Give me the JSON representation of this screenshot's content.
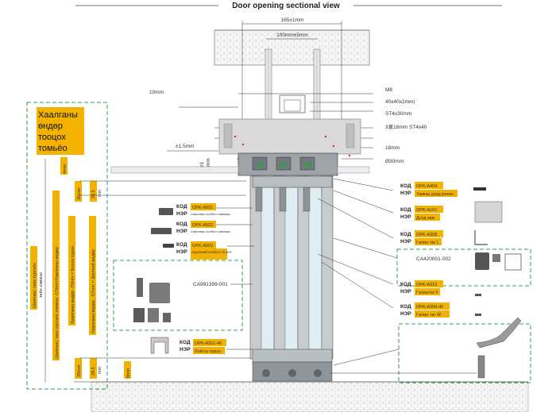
{
  "title": "Door opening sectional view",
  "dims": {
    "w165": "165±1mm",
    "w100": "100mm±5mm",
    "d10": "10mm",
    "m8": "M8",
    "p40x40": "40x40x2mm)",
    "st4x30": "ST4x30mm",
    "st4x40": "3录18mm ST4x40",
    "d18": "18mm",
    "d30": "Ø30mm",
    "pm15": "±1.5mm",
    "h45": "45±1",
    "h45u": "mm",
    "d4mm": "4mm",
    "d35a": "35mm",
    "d285a": "28.5",
    "d285au": "mm",
    "d35b": "35mm",
    "d285b": "28.5",
    "d285bu": "mm",
    "d8mm": "8mm"
  },
  "left_labels": {
    "main_lines": [
      "Хаалганы",
      "өндөр",
      "тооцох",
      "томьёо"
    ],
    "v1": "Шалнаас тааз хүртэлх",
    "v1b": "зайн хэмжээ",
    "v2": "Шалнаас тааз хүртэлх хэмжээ -17mm=Хаалганы өндөр",
    "v3": "Хаалганы өндөр -70mm = Босоо хүрээ",
    "v4": "Хаалганы өндөр - 57mm = Шилний өндөр"
  },
  "parts_left": [
    {
      "kod": "КОД",
      "ner": "НЭР",
      "code": "OPK-A501",
      "name": "Хаалганы холбогч хавчаар"
    },
    {
      "kod": "КОД",
      "ner": "НЭР",
      "code": "OPK-A502",
      "name": "Хаалганы холбогч хавчаар"
    },
    {
      "kod": "КОД",
      "ner": "НЭР",
      "code": "OPK-A503",
      "name": "Хүрээний холбогч боолт"
    },
    {
      "kod": "КОД",
      "ner": "НЭР",
      "code": "OPK-A201-40",
      "name": "Хэвтээ хүрээ"
    }
  ],
  "ca_left": "CA991399-001",
  "parts_right": [
    {
      "kod": "КОД",
      "ner": "НЭР",
      "code": "OPK-A404",
      "name": "Замны дээд резин"
    },
    {
      "kod": "КОД",
      "ner": "НЭР",
      "code": "OPK-A101",
      "name": "Дээд зам"
    },
    {
      "kod": "КОД",
      "ner": "НЭР",
      "code": "OPK-A308",
      "name": "Гөлөн таг L"
    },
    {
      "kod": "КОД",
      "ner": "НЭР",
      "code": "OPK-A310",
      "name": "Гөлөнтаг F"
    },
    {
      "kod": "КОД",
      "ner": "НЭР",
      "code": "OPK-A309-40",
      "name": "Гөлөн таг W"
    }
  ],
  "ca_right": "CA420001-002",
  "colors": {
    "highlight": "#f3b200",
    "dashed_green": "#2f9e44"
  }
}
